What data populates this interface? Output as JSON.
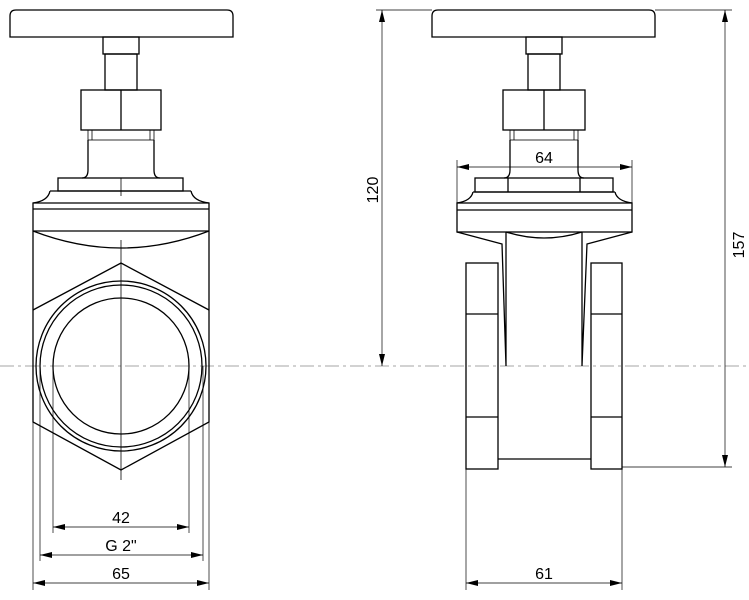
{
  "title": "Gate valve technical drawing",
  "dimensions": {
    "inner_thread_diameter": "42",
    "thread_size": "G 2\"",
    "body_width": "65",
    "center_height": "120",
    "bonnet_width": "64",
    "total_height": "157",
    "body_length": "61"
  }
}
